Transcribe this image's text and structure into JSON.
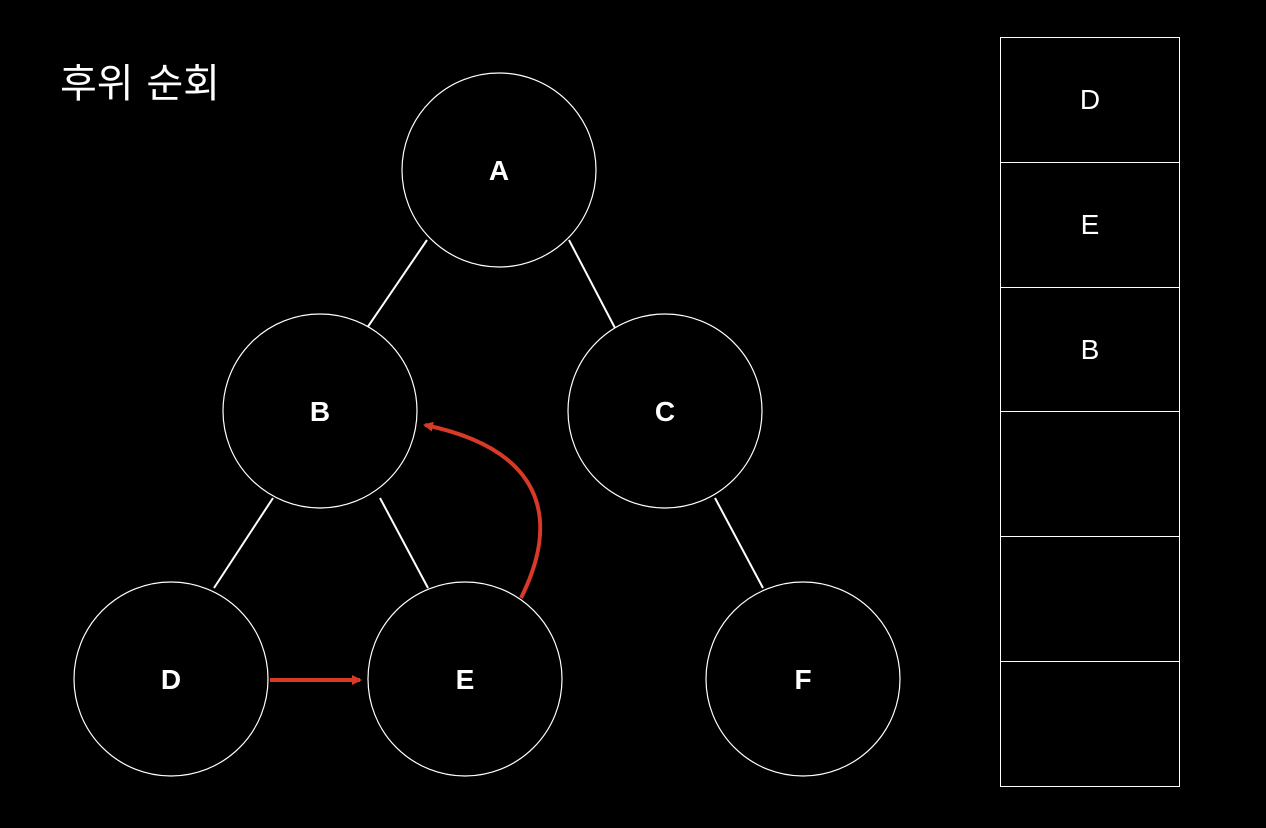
{
  "title": "후위 순회",
  "nodes": {
    "A": "A",
    "B": "B",
    "C": "C",
    "D": "D",
    "E": "E",
    "F": "F"
  },
  "stack": [
    "D",
    "E",
    "B",
    "",
    "",
    ""
  ],
  "arrow_color": "#d93a28"
}
